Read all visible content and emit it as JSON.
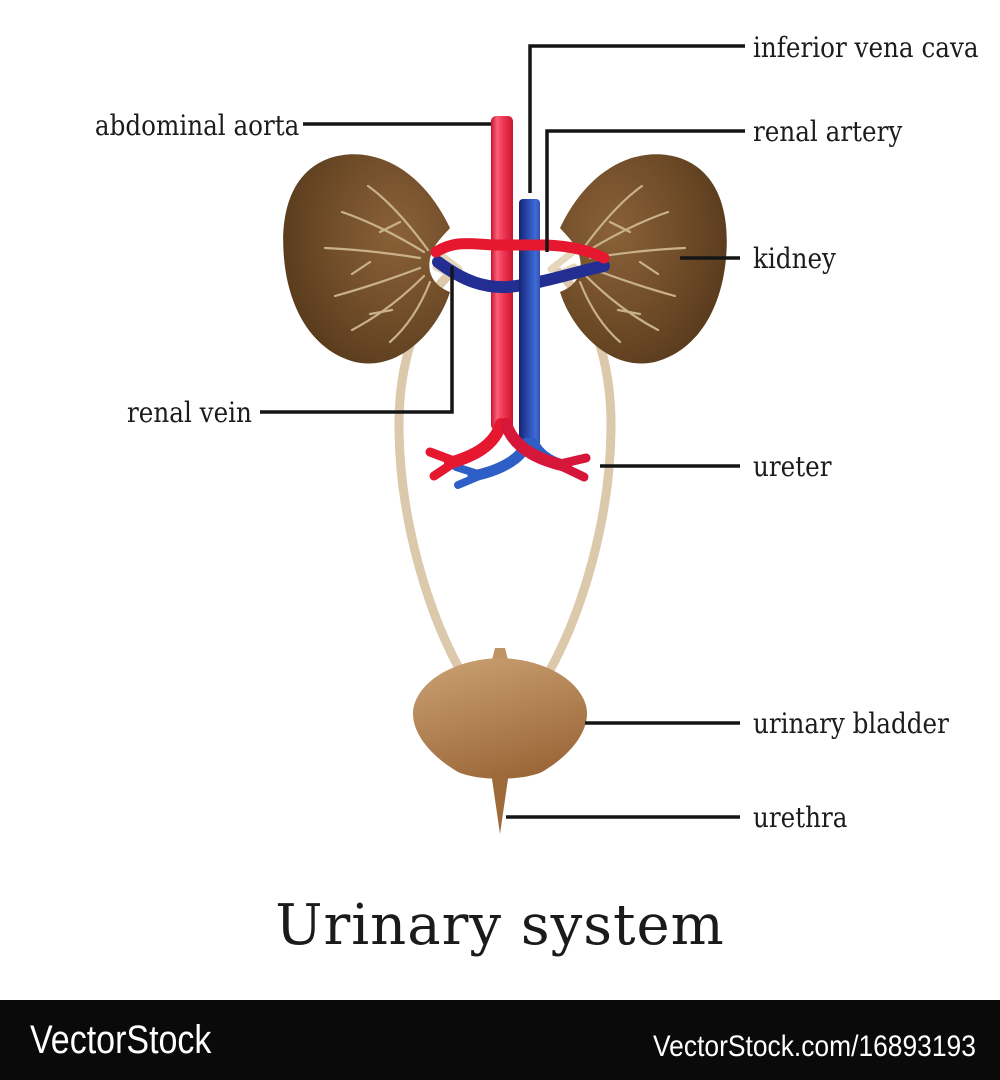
{
  "diagram": {
    "title": "Urinary system",
    "labels": {
      "inferior_vena_cava": "inferior vena cava",
      "abdominal_aorta": "abdominal aorta",
      "renal_artery": "renal artery",
      "kidney": "kidney",
      "renal_vein": "renal vein",
      "ureter": "ureter",
      "urinary_bladder": "urinary bladder",
      "urethra": "urethra"
    }
  },
  "watermark": {
    "brand": "VectorStock",
    "ref": "VectorStock.com/16893193",
    "bar_color": "#0a0a0a",
    "text_color": "#ffffff"
  },
  "colors": {
    "background": "#ffffff",
    "kidney_dark": "#4e3318",
    "kidney_mid": "#6f4c28",
    "kidney_light": "#8a6138",
    "kidney_inner_lines": "#c9b18c",
    "ureter_beige": "#dcc8ab",
    "pelvis_beige": "#e6d6bd",
    "aorta_red_dark": "#c41531",
    "aorta_red_light": "#fa6078",
    "artery_band_red": "#e5182f",
    "ivc_blue_dark": "#17246f",
    "ivc_blue_light": "#3f6bd4",
    "vein_band_navy": "#232e93",
    "iliac_blue": "#2e5fc6",
    "iliac_red_dark": "#d6173a",
    "bladder_light": "#c79d6e",
    "bladder_dark": "#9a6537",
    "leader_line": "#151515",
    "text": "#1c1c1c"
  }
}
